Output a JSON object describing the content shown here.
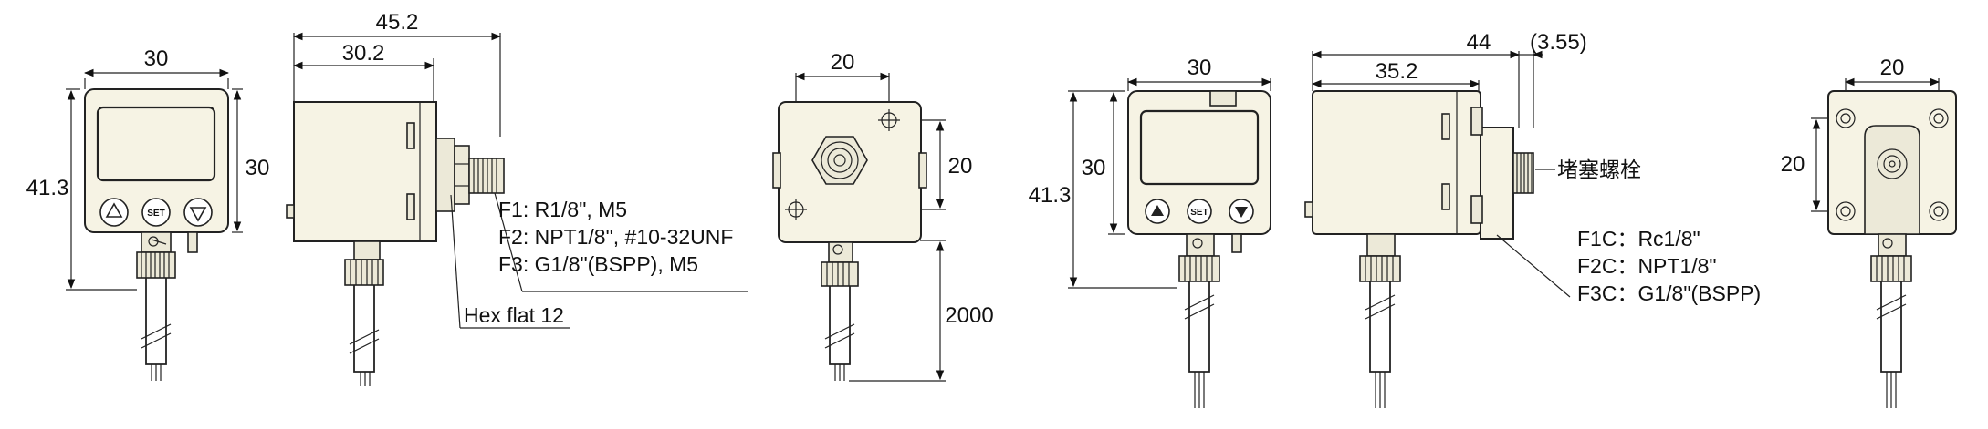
{
  "view1": {
    "width_dim": "30",
    "height_total": "41.3",
    "height_body": "30",
    "buttons": [
      "up-arrow",
      "SET",
      "down-arrow"
    ]
  },
  "view2": {
    "length_total": "45.2",
    "length_body": "30.2",
    "port_callouts": [
      "F1: R1/8\", M5",
      "F2: NPT1/8\", #10-32UNF",
      "F3: G1/8\"(BSPP), M5"
    ],
    "hex_label": "Hex flat 12"
  },
  "view3": {
    "width_dim": "20",
    "height_dim": "20",
    "cable_length": "2000"
  },
  "view4": {
    "width_dim": "30",
    "height_total": "41.3",
    "height_body": "30",
    "buttons": [
      "up-triangle",
      "SET",
      "down-triangle"
    ]
  },
  "view5": {
    "length_total": "44",
    "length_body": "35.2",
    "plug_dim": "(3.55)",
    "plug_label": "堵塞螺栓",
    "port_callouts": [
      "F1C：Rc1/8\"",
      "F2C：NPT1/8\"",
      "F3C：G1/8\"(BSPP)"
    ]
  },
  "view6": {
    "width_dim": "20",
    "height_dim": "20"
  }
}
